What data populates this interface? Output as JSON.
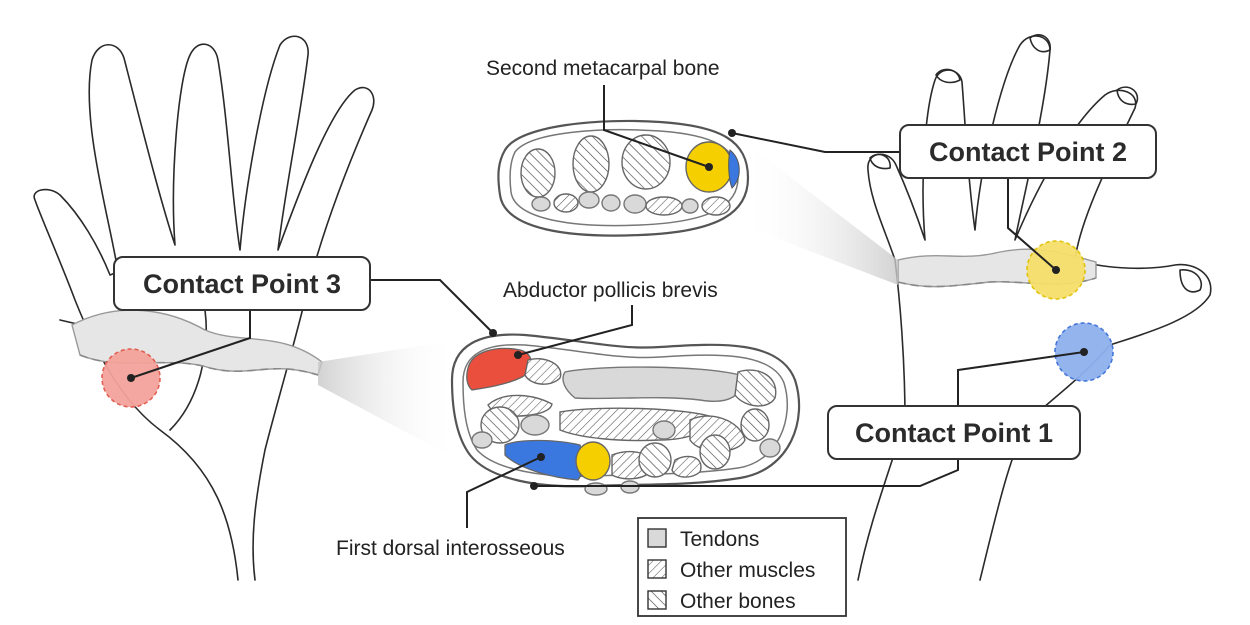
{
  "contact_points": [
    {
      "label": "Contact Point 1",
      "color": "#4d82e8"
    },
    {
      "label": "Contact Point 2",
      "color": "#f3d33a"
    },
    {
      "label": "Contact Point 3",
      "color": "#ef6b5e"
    }
  ],
  "annotations": {
    "second_metacarpal": "Second metacarpal bone",
    "abductor": "Abductor pollicis brevis",
    "first_dorsal": "First dorsal interosseous"
  },
  "legend": {
    "items": [
      {
        "label": "Tendons",
        "pattern": "solid-grey"
      },
      {
        "label": "Other muscles",
        "pattern": "hatch-forward"
      },
      {
        "label": "Other bones",
        "pattern": "hatch-backward"
      }
    ]
  },
  "colors": {
    "bone_highlight": "#f5cf00",
    "interosseous": "#3a78e0",
    "abductor": "#ea4e3d",
    "cross_section_fill": "#e6e6e6"
  }
}
